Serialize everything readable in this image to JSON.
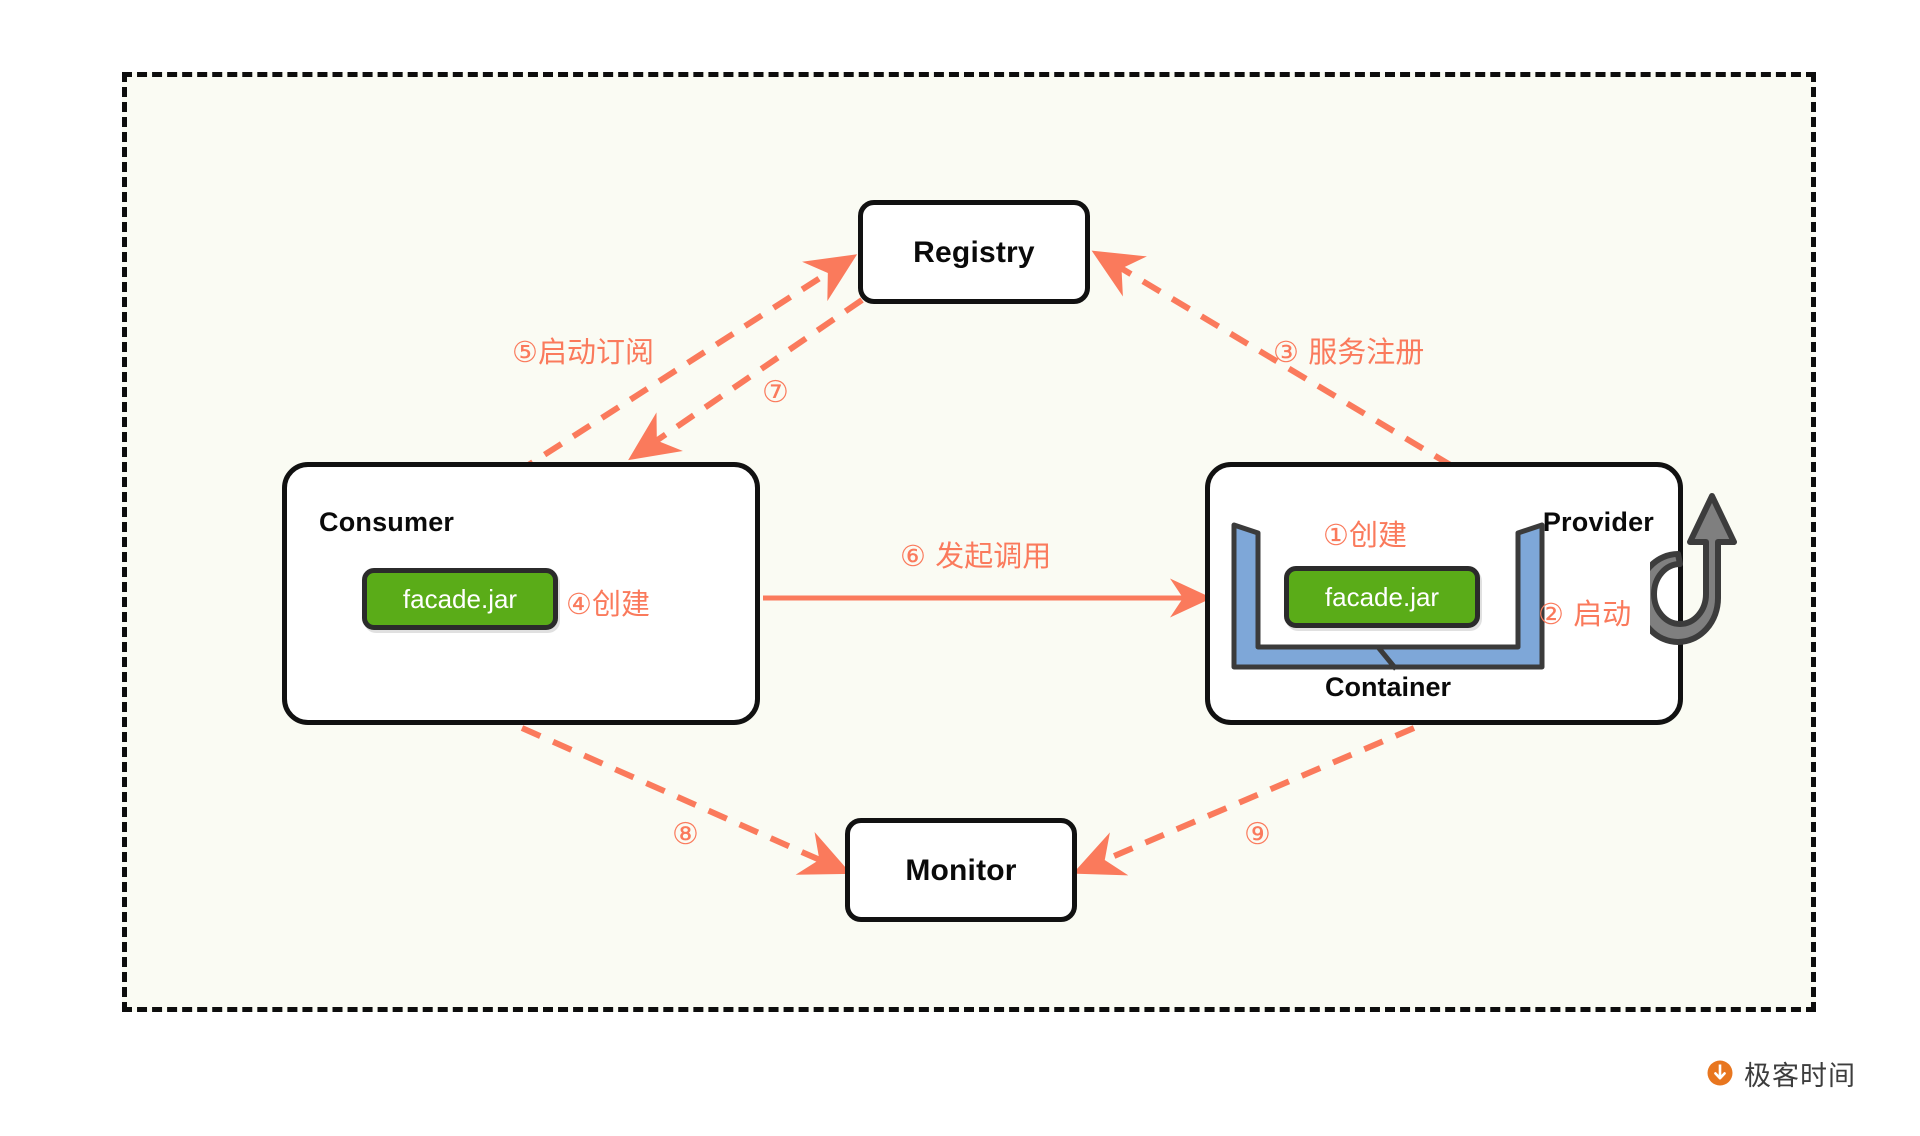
{
  "diagram": {
    "title": "Dubbo service invocation architecture",
    "background_color": "#fafbf3",
    "accent_color": "#fa7a5c",
    "jar_color": "#5aac18",
    "container_color": "#7ea7d8",
    "nodes": {
      "registry": {
        "label": "Registry"
      },
      "monitor": {
        "label": "Monitor"
      },
      "consumer": {
        "label": "Consumer",
        "jar_label": "facade.jar"
      },
      "provider": {
        "label": "Provider",
        "jar_label": "facade.jar",
        "container_label": "Container"
      }
    },
    "steps": [
      {
        "id": "1",
        "marker": "①",
        "text": "创建",
        "full": "①创建"
      },
      {
        "id": "2",
        "marker": "②",
        "text": "启动",
        "full": "② 启动"
      },
      {
        "id": "3",
        "marker": "③",
        "text": "服务注册",
        "full": "③ 服务注册"
      },
      {
        "id": "4",
        "marker": "④",
        "text": "创建",
        "full": "④创建"
      },
      {
        "id": "5",
        "marker": "⑤",
        "text": "启动订阅",
        "full": "⑤启动订阅"
      },
      {
        "id": "6",
        "marker": "⑥",
        "text": "发起调用",
        "full": "⑥ 发起调用"
      },
      {
        "id": "7",
        "marker": "⑦",
        "text": "",
        "full": "⑦"
      },
      {
        "id": "8",
        "marker": "⑧",
        "text": "",
        "full": "⑧"
      },
      {
        "id": "9",
        "marker": "⑨",
        "text": "",
        "full": "⑨"
      }
    ],
    "icons": {
      "restart": "restart-arrow-icon"
    },
    "watermark": {
      "text": "极客时间",
      "logo_color": "#e8761f"
    }
  }
}
